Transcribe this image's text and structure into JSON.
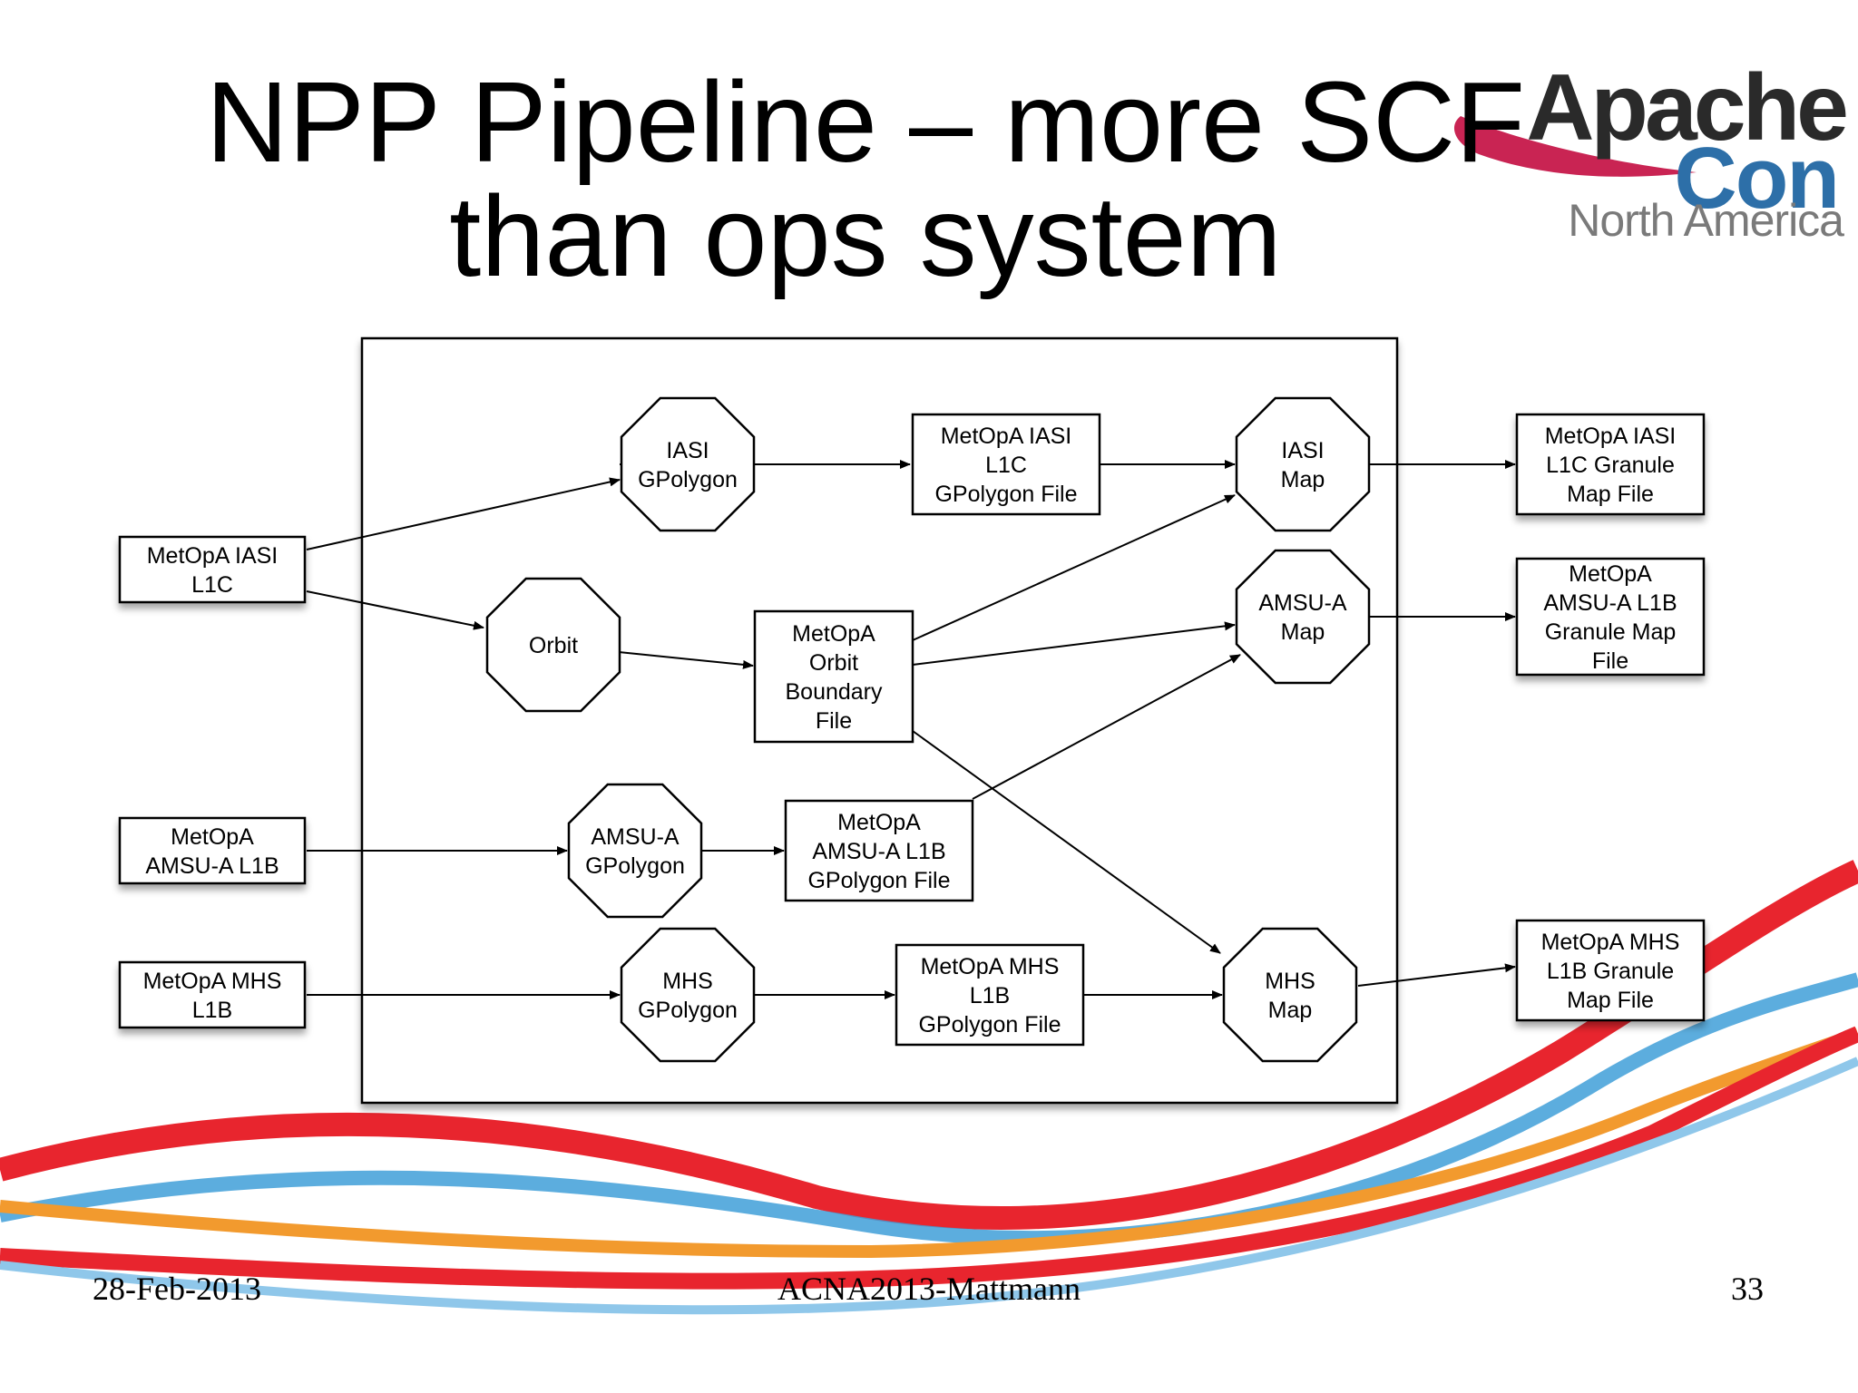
{
  "slide": {
    "title_line1": "NPP Pipeline – more SCF",
    "title_line2": "than ops system",
    "logo": {
      "line1": "Apache",
      "line2": "Con",
      "line3": "North America"
    },
    "footer": {
      "date": "28-Feb-2013",
      "center": "ACNA2013-Mattmann",
      "page": "33"
    },
    "colors": {
      "swoosh_red": "#e8252e",
      "swoosh_orange": "#f29a2e",
      "swoosh_blue": "#3f9fd8",
      "logo_blue": "#2d6fa8"
    }
  },
  "diagram": {
    "nodes": {
      "in_iasi": [
        "MetOpA IASI",
        "L1C"
      ],
      "in_amsu": [
        "MetOpA",
        "AMSU-A L1B"
      ],
      "in_mhs": [
        "MetOpA MHS",
        "L1B"
      ],
      "iasi_gpoly": [
        "IASI",
        "GPolygon"
      ],
      "orbit": [
        "Orbit"
      ],
      "amsu_gpoly": [
        "AMSU-A",
        "GPolygon"
      ],
      "mhs_gpoly": [
        "MHS",
        "GPolygon"
      ],
      "iasi_gpoly_file": [
        "MetOpA IASI",
        "L1C",
        "GPolygon File"
      ],
      "orbit_file": [
        "MetOpA",
        "Orbit",
        "Boundary",
        "File"
      ],
      "amsu_gpoly_file": [
        "MetOpA",
        "AMSU-A L1B",
        "GPolygon File"
      ],
      "mhs_gpoly_file": [
        "MetOpA MHS",
        "L1B",
        "GPolygon File"
      ],
      "iasi_map": [
        "IASI",
        "Map"
      ],
      "amsu_map": [
        "AMSU-A",
        "Map"
      ],
      "mhs_map": [
        "MHS",
        "Map"
      ],
      "out_iasi": [
        "MetOpA IASI",
        "L1C Granule",
        "Map File"
      ],
      "out_amsu": [
        "MetOpA",
        "AMSU-A L1B",
        "Granule Map",
        "File"
      ],
      "out_mhs": [
        "MetOpA MHS",
        "L1B Granule",
        "Map File"
      ]
    }
  }
}
